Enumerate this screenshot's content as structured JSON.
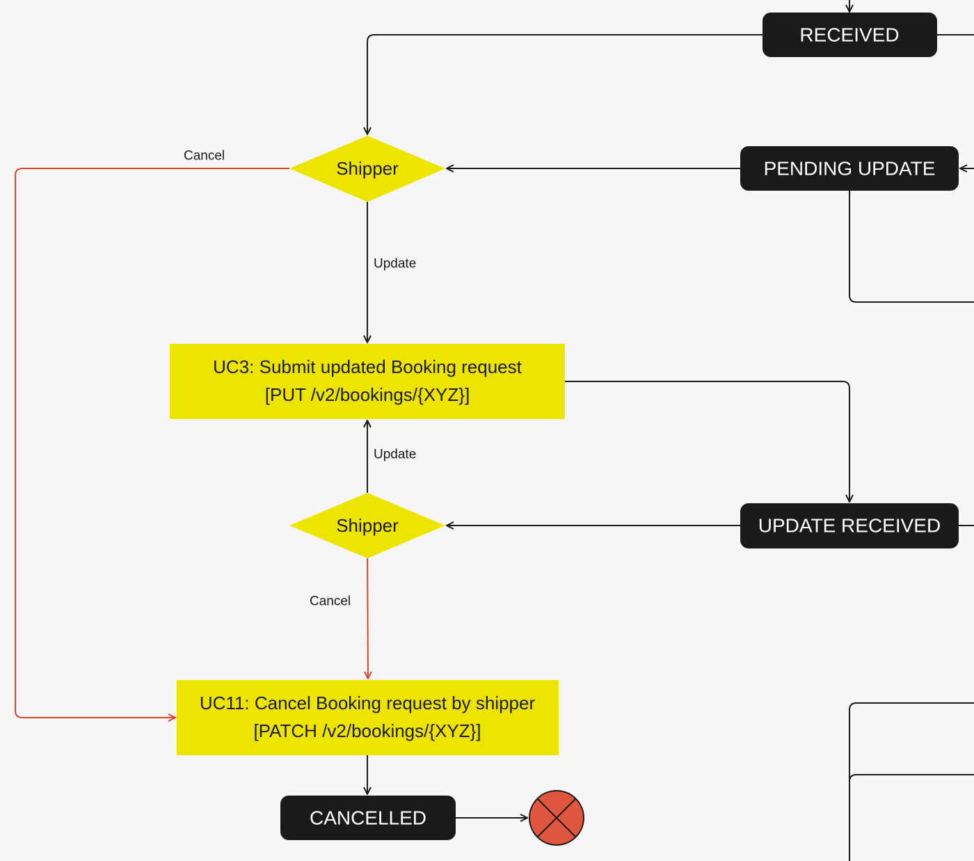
{
  "colors": {
    "state_fill": "#1a1a1a",
    "decision_fill": "#ede500",
    "cancel_edge": "#e0452b",
    "end_fill": "#e0563f",
    "background": "#f6f6f6"
  },
  "states": {
    "received": "RECEIVED",
    "pending_update": "PENDING UPDATE",
    "update_received": "UPDATE RECEIVED",
    "cancelled": "CANCELLED"
  },
  "decisions": {
    "shipper_top": "Shipper",
    "shipper_bottom": "Shipper"
  },
  "actions": {
    "uc3": {
      "line1": "UC3: Submit updated Booking request",
      "line2": "[PUT /v2/bookings/{XYZ}]"
    },
    "uc11": {
      "line1": "UC11: Cancel Booking request by shipper",
      "line2": "[PATCH /v2/bookings/{XYZ}]"
    }
  },
  "edges": {
    "cancel_top": "Cancel",
    "update_top": "Update",
    "update_bottom": "Update",
    "cancel_bottom": "Cancel"
  },
  "end_icon": "x-circle-terminal-icon"
}
